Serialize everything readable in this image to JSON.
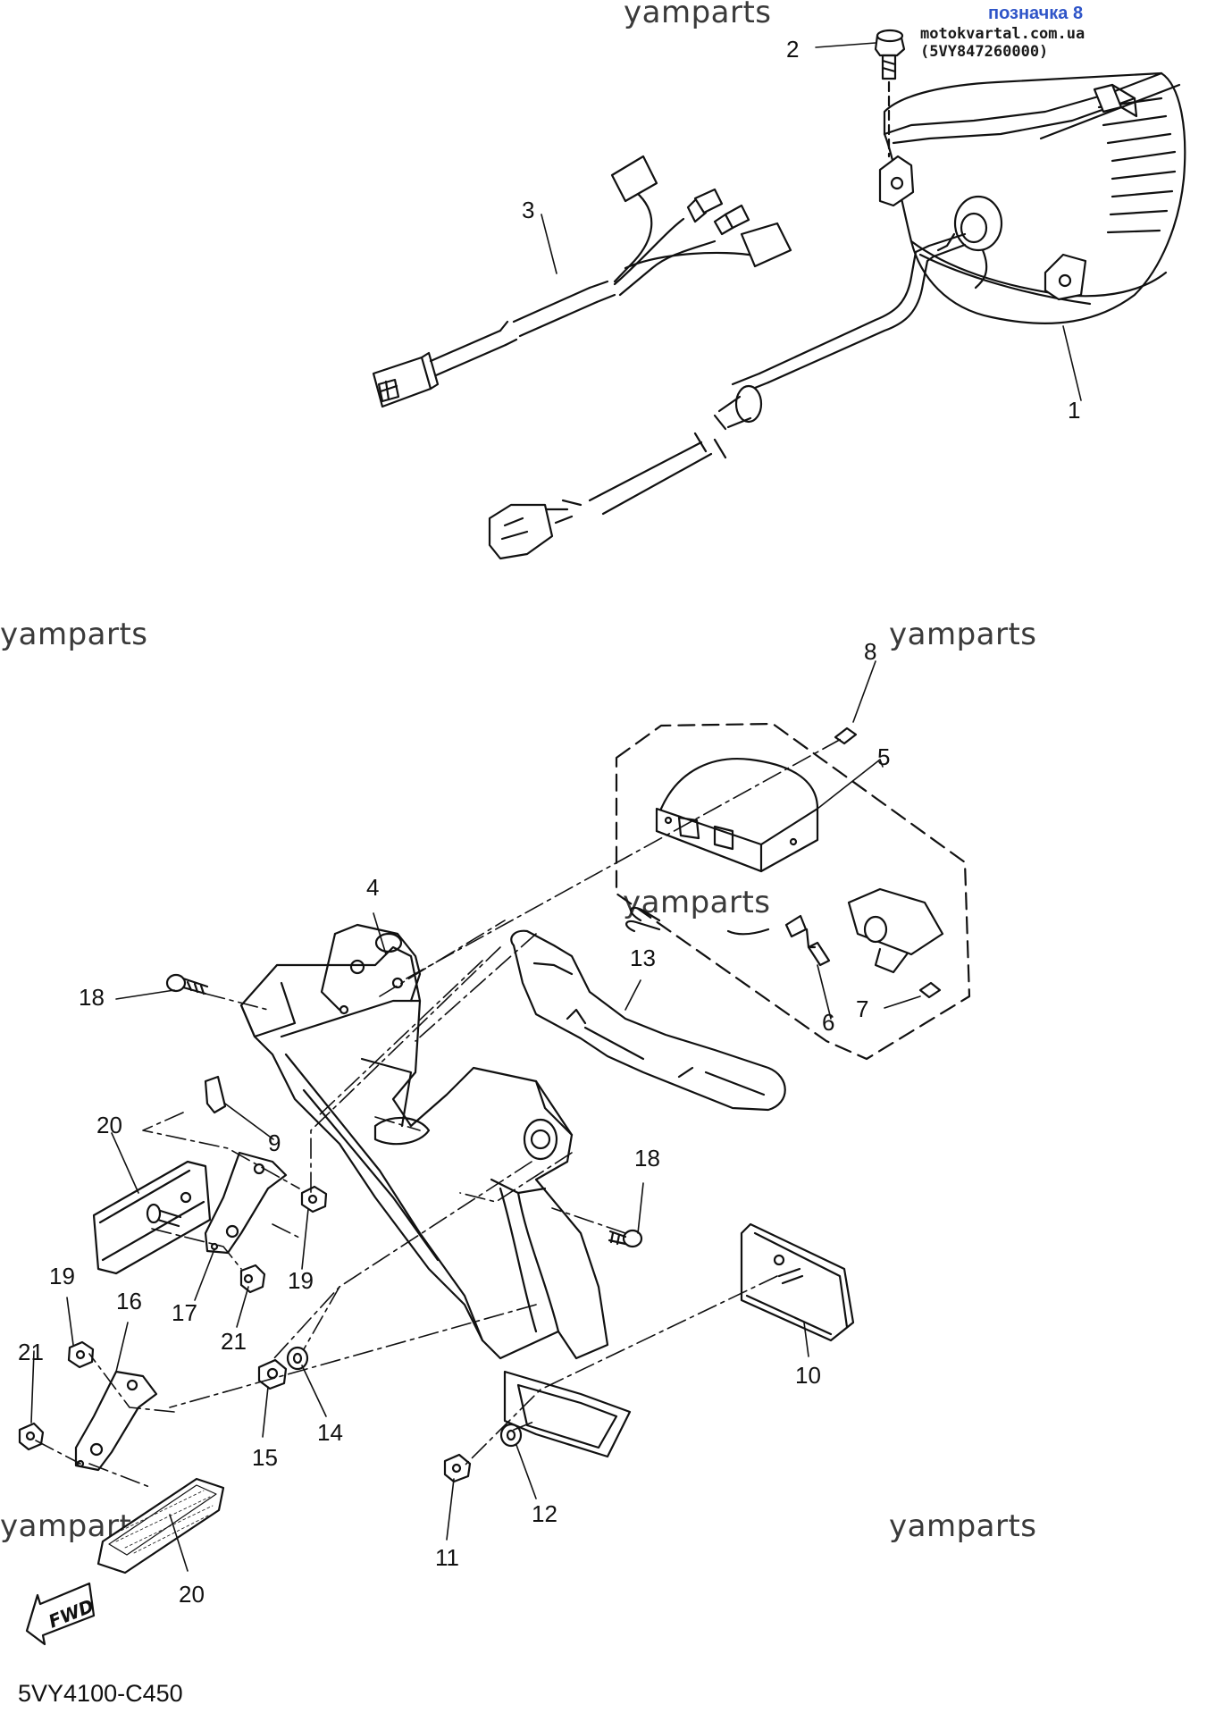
{
  "header": {
    "tag_label": "позначка 8",
    "source_text": "motokvartal.com.ua (5VY847260000)"
  },
  "watermark": "yamparts",
  "diagram_code": "5VY4100-C450",
  "fwd_label": "FWD",
  "callouts": [
    "1",
    "2",
    "3",
    "4",
    "5",
    "6",
    "7",
    "8",
    "9",
    "10",
    "11",
    "12",
    "13",
    "14",
    "15",
    "16",
    "17",
    "18",
    "19",
    "20",
    "21"
  ]
}
